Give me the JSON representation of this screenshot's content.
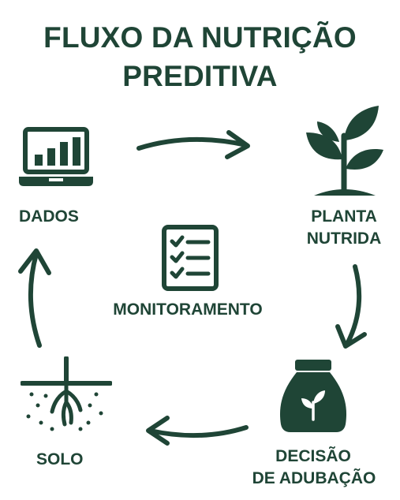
{
  "title": {
    "line1": "FLUXO DA NUTRIÇÃO",
    "line2": "PREDITIVA"
  },
  "nodes": {
    "dados": {
      "label": "DADOS",
      "icon": "laptop-chart-icon"
    },
    "planta": {
      "label_line1": "PLANTA",
      "label_line2": "NUTRIDA",
      "icon": "plant-sprout-icon"
    },
    "decisao": {
      "label_line1": "DECISÃO",
      "label_line2": "DE ADUBAÇÃO",
      "icon": "fertilizer-bag-icon"
    },
    "solo": {
      "label": "SOLO",
      "icon": "soil-roots-icon"
    },
    "monitoramento": {
      "label": "MONITORAMENTO",
      "icon": "checklist-icon"
    }
  },
  "colors": {
    "primary": "#1f4536",
    "background": "#ffffff"
  }
}
